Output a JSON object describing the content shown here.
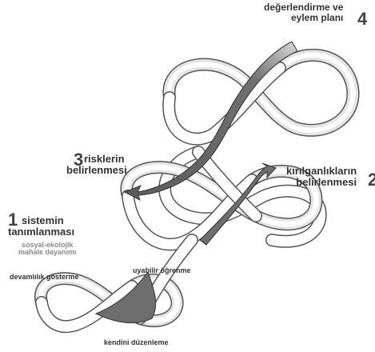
{
  "stages": [
    {
      "number": "1",
      "title_lines": [
        "sistemin",
        "tanımlanması"
      ],
      "subtitle_lines": [
        "sosyal-ekolojik",
        "mahale dayanımı"
      ]
    },
    {
      "number": "2",
      "title_lines": [
        "kırılganlıkların",
        "belirlenmesi"
      ]
    },
    {
      "number": "3",
      "title_lines": [
        "risklerin",
        "belirlenmesi"
      ]
    },
    {
      "number": "4",
      "title_lines": [
        "değerlendirme ve",
        "eylem planı"
      ]
    }
  ],
  "loop_labels": {
    "left": "devamlılık gösterme",
    "top": "uyabilir öğrenme",
    "bottom": "kendini düzenleme"
  },
  "colors": {
    "ribbon_fill": "#ffffff",
    "ribbon_edge": "#555555",
    "ribbon_shade": "#e4e4e4",
    "arrow_fill": "#6e6e6e",
    "text_dark": "#333333",
    "text_grey": "#8a8a8a"
  }
}
